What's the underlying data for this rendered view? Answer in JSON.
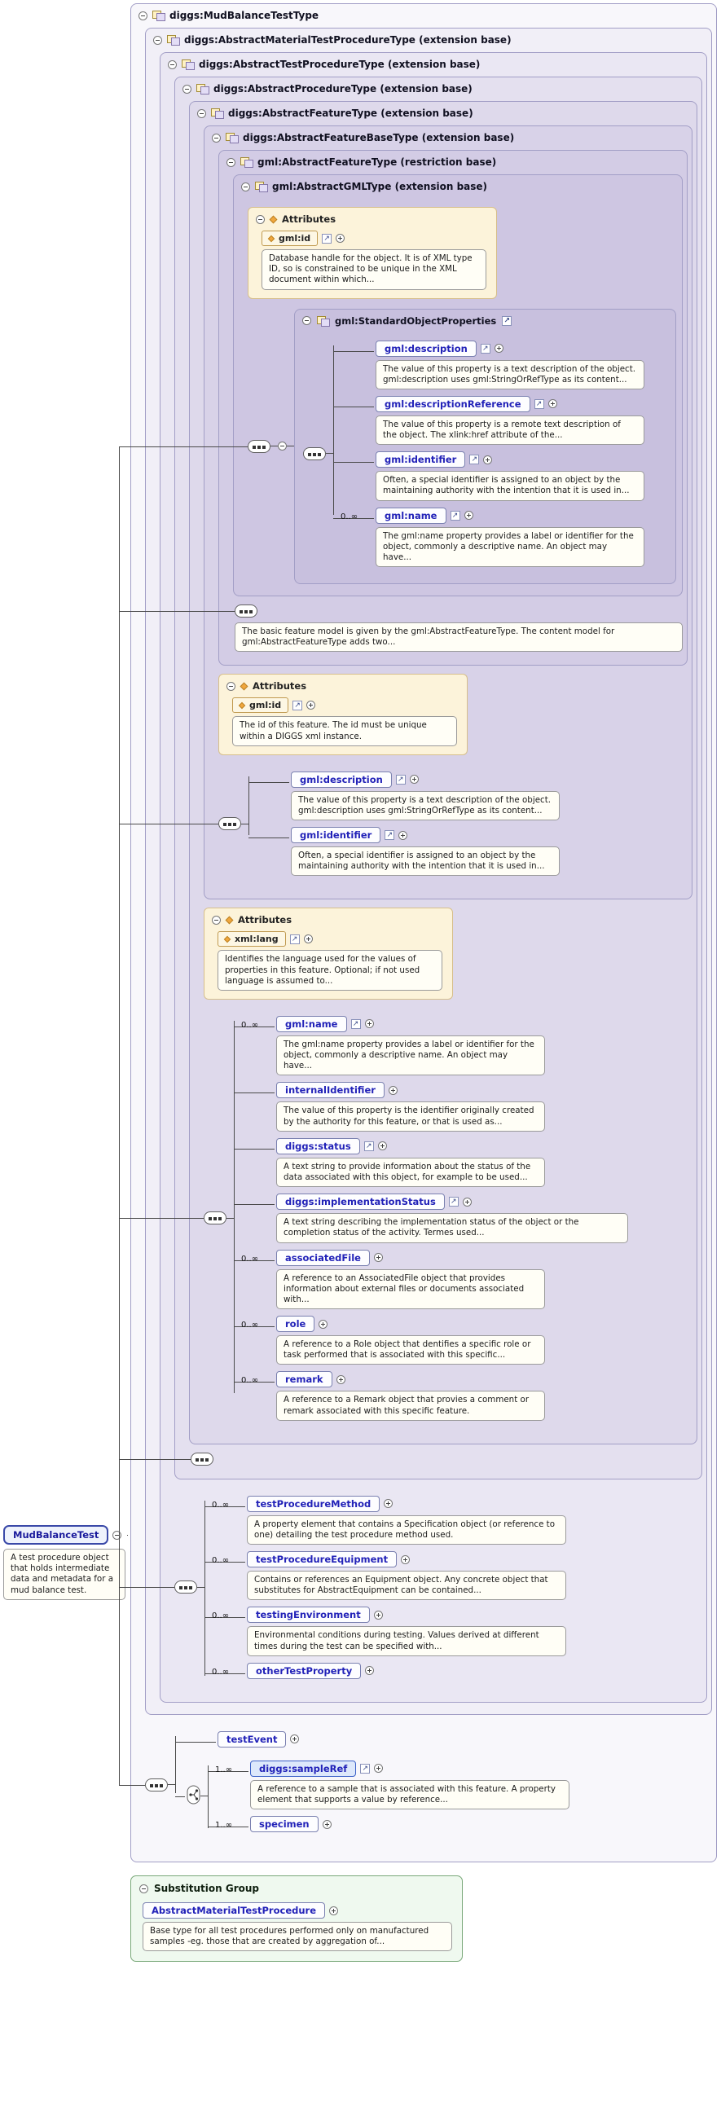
{
  "colors": {
    "type_border": "#a29ec6",
    "type_bg_tint": "#efedf7",
    "attrs_bg": "#fcf3da",
    "attrs_border": "#d7bf8b",
    "attr_diamond": "#f0a73e",
    "element_text": "#2222b8",
    "element_border": "#7a80b0",
    "doc_bg": "#fffef6",
    "subst_bg": "#eff9ef",
    "subst_border": "#79a879",
    "connector": "#4a4a4a"
  },
  "headers": {
    "h1": "diggs:MudBalanceTestType",
    "h2": "diggs:AbstractMaterialTestProcedureType (extension base)",
    "h3": "diggs:AbstractTestProcedureType (extension base)",
    "h4": "diggs:AbstractProcedureType (extension base)",
    "h5": "diggs:AbstractFeatureType (extension base)",
    "h6": "diggs:AbstractFeatureBaseType (extension base)",
    "h7": "gml:AbstractFeatureType (restriction base)",
    "h8": "gml:AbstractGMLType (extension base)"
  },
  "agml": {
    "attrs_title": "Attributes",
    "attr": {
      "label": "gml:id",
      "doc": "Database handle for the object. It is of XML type ID, so is constrained to be unique in the XML document within which..."
    },
    "group_title": "gml:StandardObjectProperties",
    "items": [
      {
        "label": "gml:description",
        "doc": "The value of this property is a text description of the object. gml:description uses gml:StringOrRefType as its content..."
      },
      {
        "label": "gml:descriptionReference",
        "doc": "The value of this property is a remote text description of the object. The xlink:href attribute of the..."
      },
      {
        "label": "gml:identifier",
        "doc": "Often, a special identifier is assigned to an object by the maintaining authority with the intention that it is used in..."
      },
      {
        "occ": "0..∞",
        "label": "gml:name",
        "doc": "The gml:name property provides a label or identifier for the object, commonly a descriptive name. An object may have..."
      }
    ]
  },
  "gfeat": {
    "note": "The basic feature model is given by the gml:AbstractFeatureType. The content model for gml:AbstractFeatureType adds two..."
  },
  "fbase": {
    "attrs_title": "Attributes",
    "attr": {
      "label": "gml:id",
      "doc": "The id of this feature. The id must be unique within a DIGGS xml instance."
    },
    "items": [
      {
        "label": "gml:description",
        "doc": "The value of this property is a text description of the object. gml:description uses gml:StringOrRefType as its content..."
      },
      {
        "label": "gml:identifier",
        "doc": "Often, a special identifier is assigned to an object by the maintaining authority with the intention that it is used in..."
      }
    ]
  },
  "dfeat": {
    "attrs_title": "Attributes",
    "attr": {
      "label": "xml:lang",
      "doc": "Identifies the language used for the values of properties in this feature. Optional; if not used language is assumed to..."
    },
    "items": [
      {
        "occ": "0..∞",
        "label": "gml:name",
        "doc": "The gml:name property provides a label or identifier for the object, commonly a descriptive name. An object may have..."
      },
      {
        "label": "internalIdentifier",
        "doc": "The value of this property is the identifier originally created by the authority for this feature, or that is used as..."
      },
      {
        "label": "diggs:status",
        "doc": "A text string to provide information about the status of the data associated with this object, for example to be used..."
      },
      {
        "label": "diggs:implementationStatus",
        "doc": "A text string describing the implementation status of the object or the completion status of the activity. Termes used..."
      },
      {
        "occ": "0..∞",
        "label": "associatedFile",
        "doc": "A reference to an AssociatedFile object that provides information about external files or documents associated with..."
      },
      {
        "occ": "0..∞",
        "label": "role",
        "doc": "A reference to a Role object that dentifies a specific role or task performed that is associated with this specific..."
      },
      {
        "occ": "0..∞",
        "label": "remark",
        "doc": "A reference to a Remark object that provies a comment or remark associated with this specific feature."
      }
    ]
  },
  "tproc": {
    "items": [
      {
        "occ": "0..∞",
        "label": "testProcedureMethod",
        "doc": "A property element that contains a Specification object (or reference to one) detailing the test procedure method used."
      },
      {
        "occ": "0..∞",
        "label": "testProcedureEquipment",
        "doc": "Contains or references an Equipment object. Any concrete object that substitutes for AbstractEquipment can be contained..."
      },
      {
        "occ": "0..∞",
        "label": "testingEnvironment",
        "doc": "Environmental conditions during testing. Values derived at different times during the test can be specified with..."
      },
      {
        "occ": "0..∞",
        "label": "otherTestProperty"
      }
    ]
  },
  "mud": {
    "test_event": "testEvent",
    "choice": [
      {
        "occ": "1..∞",
        "label": "diggs:sampleRef",
        "doc": "A reference to a sample that is associated with this feature. A property element that supports a value by reference..."
      },
      {
        "occ": "1..∞",
        "label": "specimen"
      }
    ]
  },
  "left": {
    "element": "MudBalanceTest",
    "doc": "A test procedure object that holds intermediate data and metadata for a mud balance test."
  },
  "subst": {
    "title": "Substitution Group",
    "element": "AbstractMaterialTestProcedure",
    "doc": "Base type for all test procedures performed only on manufactured samples -eg. those that are created by aggregation of..."
  }
}
